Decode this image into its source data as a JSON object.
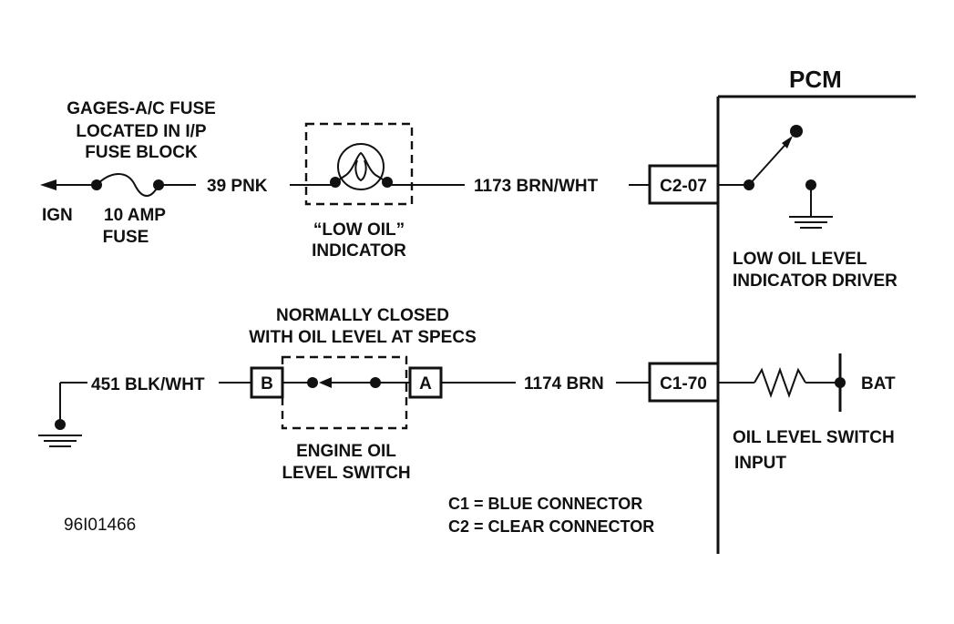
{
  "pcm": {
    "title": "PCM"
  },
  "fuse": {
    "title_lines": [
      "GAGES-A/C FUSE",
      "LOCATED IN I/P",
      "FUSE BLOCK"
    ],
    "ign_label": "IGN",
    "rating_lines": [
      "10 AMP",
      "FUSE"
    ]
  },
  "wires": {
    "w39": "39 PNK",
    "w1173": "1173 BRN/WHT",
    "w451": "451 BLK/WHT",
    "w1174": "1174 BRN"
  },
  "indicator": {
    "label_lines": [
      "“LOW OIL”",
      "INDICATOR"
    ]
  },
  "connectors": {
    "c2": "C2-07",
    "c1": "C1-70"
  },
  "driver": {
    "label_lines": [
      "LOW OIL LEVEL",
      "INDICATOR DRIVER"
    ]
  },
  "switch": {
    "note_lines": [
      "NORMALLY CLOSED",
      "WITH OIL LEVEL AT SPECS"
    ],
    "terminal_b": "B",
    "terminal_a": "A",
    "label_lines": [
      "ENGINE OIL",
      "LEVEL SWITCH"
    ]
  },
  "input": {
    "bat_label": "BAT",
    "label_lines": [
      "OIL LEVEL SWITCH",
      "INPUT"
    ]
  },
  "legend": {
    "lines": [
      "C1 = BLUE CONNECTOR",
      "C2 = CLEAR CONNECTOR"
    ]
  },
  "figure_code": "96I01466"
}
